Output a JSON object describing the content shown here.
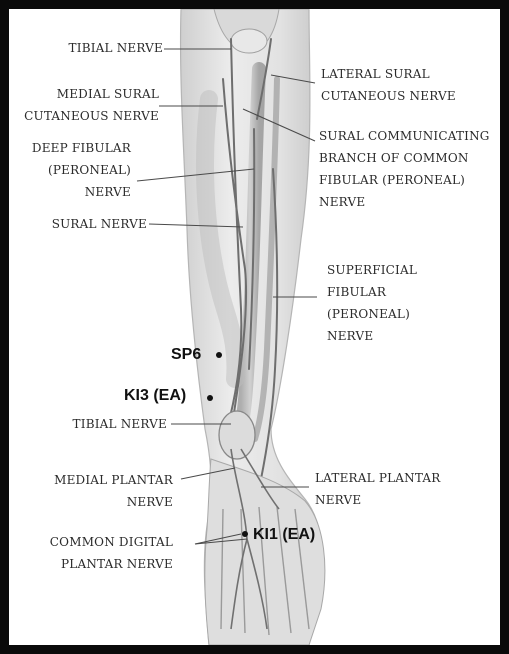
{
  "labels": {
    "tibial_nerve_top": "TIBIAL NERVE",
    "medial_sural": [
      "MEDIAL SURAL",
      "CUTANEOUS NERVE"
    ],
    "deep_fibular": [
      "DEEP FIBULAR",
      "(PERONEAL)",
      "NERVE"
    ],
    "sural_nerve": "SURAL NERVE",
    "lateral_sural": [
      "LATERAL SURAL",
      "CUTANEOUS NERVE"
    ],
    "sural_communicating": [
      "SURAL COMMUNICATING",
      "BRANCH OF COMMON",
      "FIBULAR (PERONEAL)",
      "NERVE"
    ],
    "superficial_fibular": [
      "SUPERFICIAL",
      "FIBULAR",
      "(PERONEAL)",
      "NERVE"
    ],
    "tibial_nerve_bottom": "TIBIAL NERVE",
    "medial_plantar": [
      "MEDIAL PLANTAR",
      "NERVE"
    ],
    "lateral_plantar": [
      "LATERAL PLANTAR",
      "NERVE"
    ],
    "common_digital": [
      "COMMON DIGITAL",
      "PLANTAR NERVE"
    ]
  },
  "points": {
    "sp6": "SP6",
    "ki3": "KI3 (EA)",
    "ki1": "KI1 (EA)"
  }
}
